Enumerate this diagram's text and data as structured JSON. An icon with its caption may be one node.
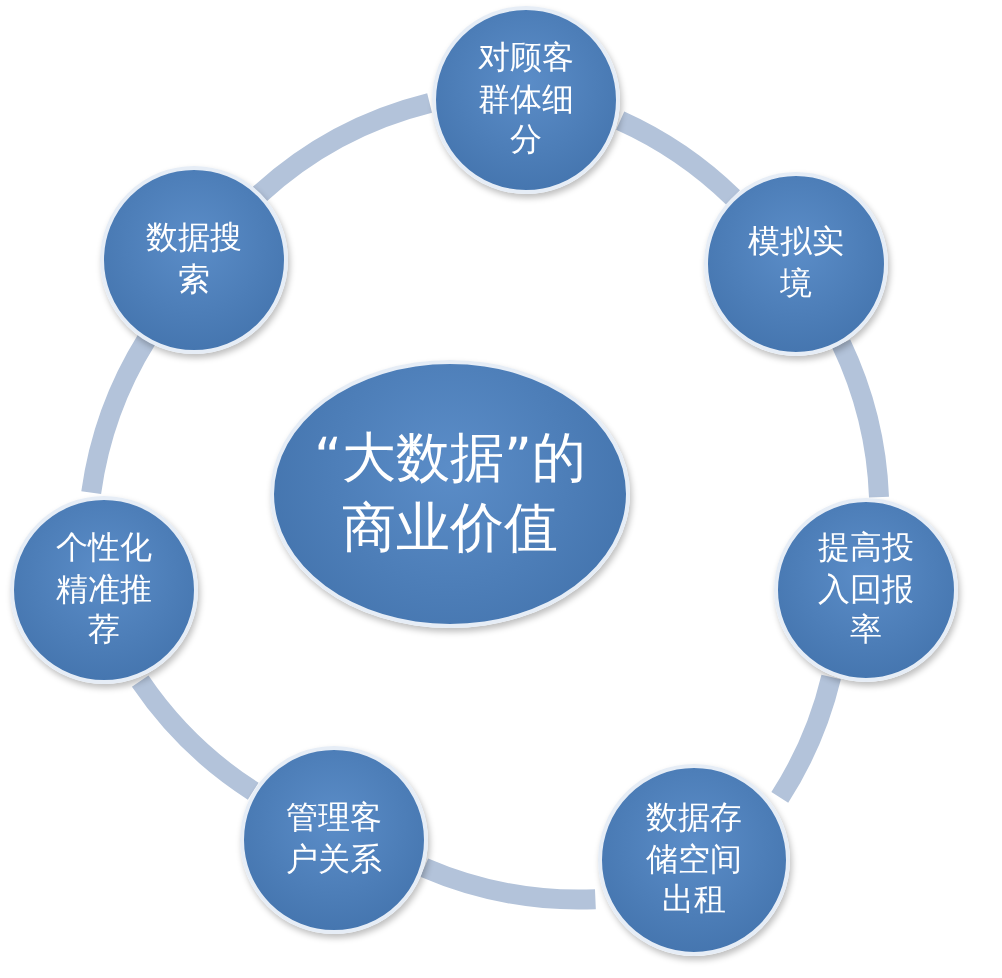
{
  "diagram": {
    "nodes": [
      {
        "text": [
          "对顾客群体细分"
        ]
      },
      {
        "text": [
          "数据搜索"
        ]
      },
      {
        "text": [
          "模拟实境"
        ]
      },
      {
        "text": [
          "“大数据”的商业价值"
        ]
      },
      {
        "text": [
          "个性化精准推荐"
        ]
      },
      {
        "text": [
          "提高投入回报率"
        ]
      },
      {
        "text": [
          "管理客户关系"
        ]
      },
      {
        "text": [
          "数据存储空间出租"
        ]
      }
    ],
    "edges": [
      {
        "from": 0,
        "to": 2,
        "arrow": "none"
      },
      {
        "from": 2,
        "to": 5,
        "arrow": "none"
      },
      {
        "from": 5,
        "to": 7,
        "arrow": "none"
      },
      {
        "from": 7,
        "to": 6,
        "arrow": "none"
      },
      {
        "from": 6,
        "to": 4,
        "arrow": "none"
      },
      {
        "from": 4,
        "to": 1,
        "arrow": "none"
      },
      {
        "from": 1,
        "to": 0,
        "arrow": "none"
      }
    ]
  }
}
